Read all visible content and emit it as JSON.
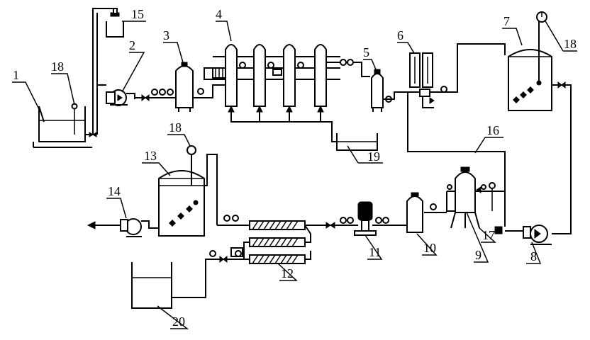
{
  "labels": {
    "l1": "1",
    "l2": "2",
    "l3": "3",
    "l4": "4",
    "l5": "5",
    "l6": "6",
    "l7": "7",
    "l8": "8",
    "l9": "9",
    "l10": "10",
    "l11": "11",
    "l12": "12",
    "l13": "13",
    "l14": "14",
    "l15": "15",
    "l16": "16",
    "l17": "17",
    "l18a": "18",
    "l18b": "18",
    "l18c": "18",
    "l19": "19",
    "l20": "20"
  }
}
